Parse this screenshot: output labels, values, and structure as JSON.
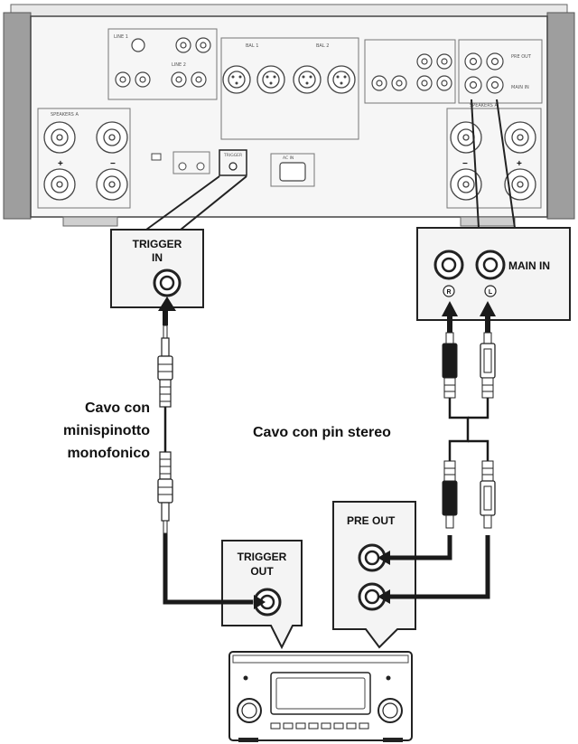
{
  "callouts": {
    "trigger_in": [
      "TRIGGER",
      "IN"
    ],
    "main_in": "MAIN IN",
    "jack_r": "R",
    "jack_l": "L",
    "pre_out": "PRE OUT",
    "trigger_out": [
      "TRIGGER",
      "OUT"
    ]
  },
  "cables": {
    "mono": [
      "Cavo con",
      "minispinotto",
      "monofonico"
    ],
    "stereo": "Cavo con pin stereo"
  },
  "panel_labels": {
    "spk_a_left": "SPEAKERS A",
    "spk_a_right": "SPEAKERS A",
    "bal1": "BAL 1",
    "bal2": "BAL 2",
    "line1": "LINE 1",
    "line2": "LINE 2",
    "ac_in": "AC IN",
    "pre_out": "PRE OUT",
    "main_in": "MAIN IN",
    "trigger": "TRIGGER",
    "plus": "+",
    "minus": "−"
  },
  "colors": {
    "outline": "#222222",
    "panel": "#f4f4f4",
    "chassis": "#a8a8a8",
    "cable": "#1a1a1a"
  }
}
